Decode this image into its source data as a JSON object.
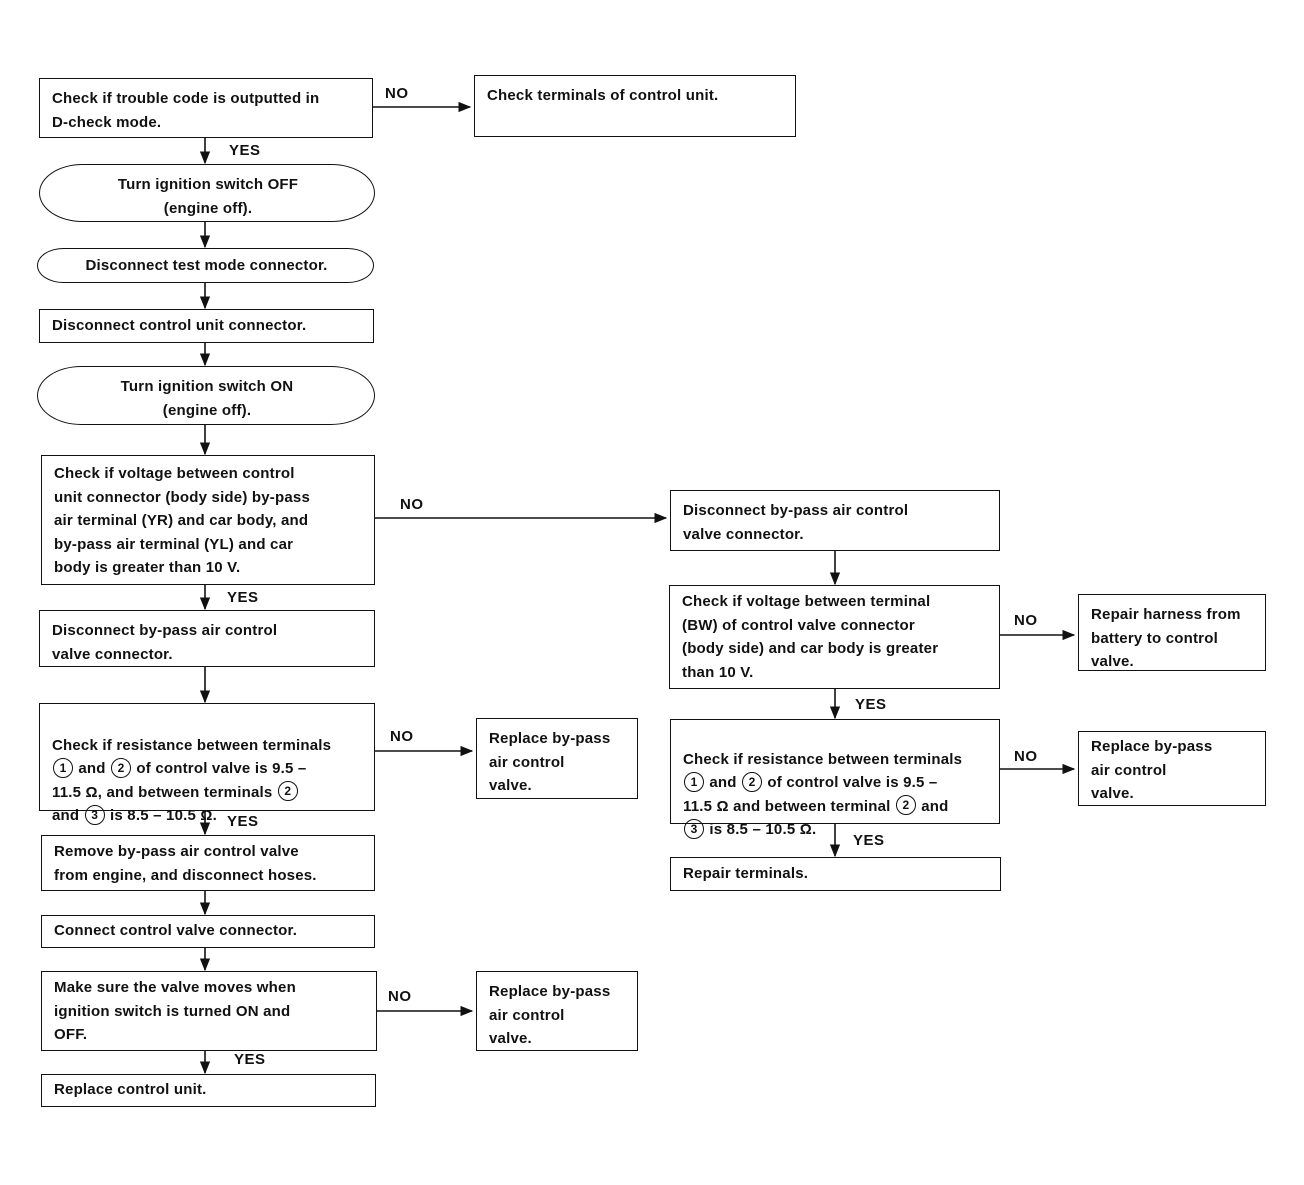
{
  "labels": {
    "yes": "YES",
    "no": "NO"
  },
  "left": {
    "check_trouble_code": "Check if trouble code is outputted in\nD-check mode.",
    "check_terminals_unit": "Check terminals of control unit.",
    "turn_ign_off": "Turn ignition switch OFF\n(engine off).",
    "disconnect_test_mode": "Disconnect test mode connector.",
    "disconnect_cu_connector": "Disconnect control unit connector.",
    "turn_ign_on": "Turn ignition switch ON\n(engine off).",
    "check_voltage_cu": "Check if voltage between control\nunit connector (body side) by-pass\nair terminal (YR) and car body, and\nby-pass air terminal (YL) and car\nbody is greater than 10 V.",
    "disconnect_bypass_connector": "Disconnect by-pass air control\nvalve connector.",
    "check_resistance": {
      "p1": "Check if resistance between terminals",
      "p2a": "and",
      "p2b": "of control valve is 9.5 –",
      "p3a": "11.5 Ω, and between terminals",
      "p4a": "and",
      "p4b": "is 8.5 – 10.5 Ω."
    },
    "replace_bypass_1": "Replace by-pass\nair control\nvalve.",
    "remove_bypass": "Remove by-pass air control valve\nfrom engine, and disconnect hoses.",
    "connect_control_valve": "Connect control valve connector.",
    "make_sure_valve": "Make sure the valve moves when\nignition switch is turned ON and\nOFF.",
    "replace_bypass_2": "Replace by-pass\nair control\nvalve.",
    "replace_control_unit": "Replace control unit."
  },
  "right": {
    "disconnect_bypass_connector": "Disconnect by-pass air control\nvalve connector.",
    "check_voltage_bw": "Check if voltage between terminal\n(BW) of control valve connector\n(body side) and car body is greater\nthan 10 V.",
    "repair_harness": "Repair harness from\nbattery to control\nvalve.",
    "check_resistance": {
      "p1": "Check if resistance between terminals",
      "p2a": "and",
      "p2b": "of control valve is 9.5 –",
      "p3a": "11.5 Ω and between terminal",
      "p3b": "and",
      "p4a": "is 8.5 – 10.5 Ω."
    },
    "replace_bypass": "Replace by-pass\nair control\nvalve.",
    "repair_terminals": "Repair terminals."
  },
  "terminal_numbers": {
    "one": "1",
    "two": "2",
    "three": "3"
  }
}
